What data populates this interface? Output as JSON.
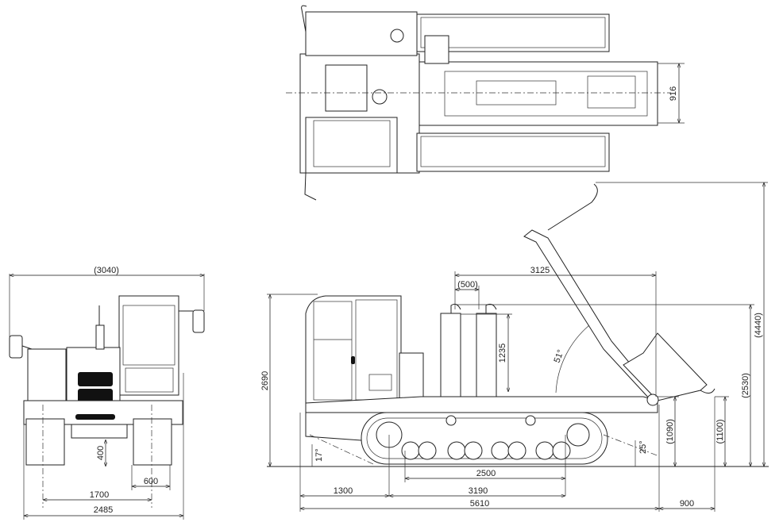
{
  "drawing": {
    "views": [
      "top-view",
      "front-view",
      "side-view"
    ],
    "front_view": {
      "overall_width_mirrors": "(3040)",
      "overall_width": "2485",
      "track_gauge": "1700",
      "shoe_width": "600",
      "ground_clearance": "400"
    },
    "top_view": {
      "boom_width": "916"
    },
    "side_view": {
      "overall_height": "2690",
      "boom_reach": "3125",
      "hook_spacing": "(500)",
      "hook_height": "1235",
      "boom_angle": "51°",
      "max_height": "(4440)",
      "hook_top_height": "(2530)",
      "pivot_height": "(1090)",
      "hook_low_height": "(1100)",
      "approach_angle_rear": "17°",
      "approach_angle_front": "25°",
      "tumbler_distance": "2500",
      "track_length": "3190",
      "rear_overhang": "1300",
      "overall_length": "5610",
      "boom_overhang": "900"
    }
  }
}
